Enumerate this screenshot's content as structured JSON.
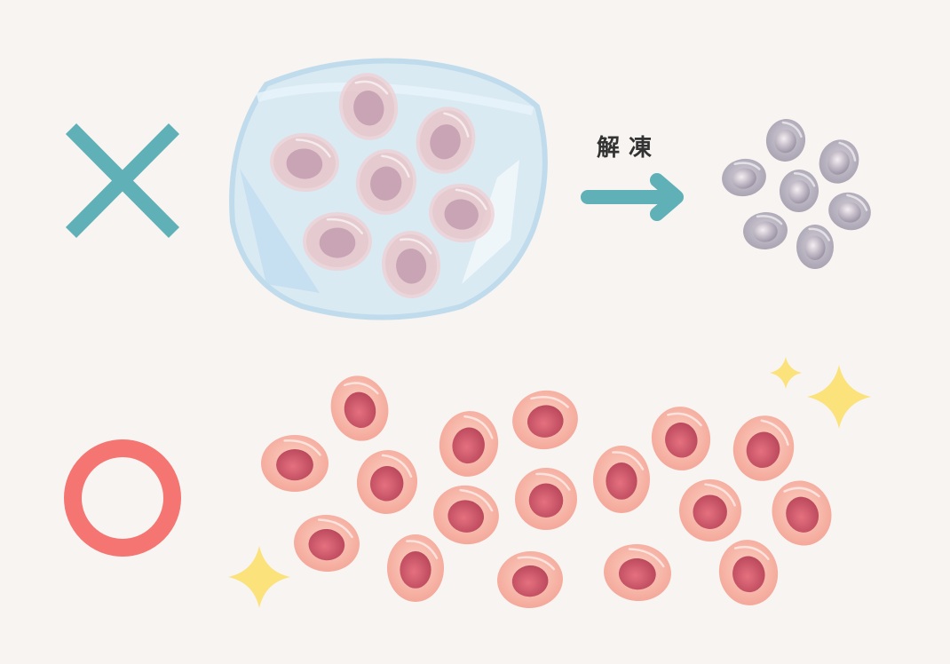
{
  "thaw_label": "解凍",
  "marks": {
    "bad": "cross-mark",
    "good": "circle-mark"
  },
  "colors": {
    "background": "#f7f4f1",
    "teal": "#5fb0b7",
    "circle": "#f47572",
    "ice": "#cfe6f2",
    "healthy_cell": "#f6b8a6",
    "healthy_nucleus": "#c94f63",
    "frozen_cell": "#e7c8cc",
    "dead_cell": "#b9b4c0",
    "sparkle": "#fbe27a"
  }
}
